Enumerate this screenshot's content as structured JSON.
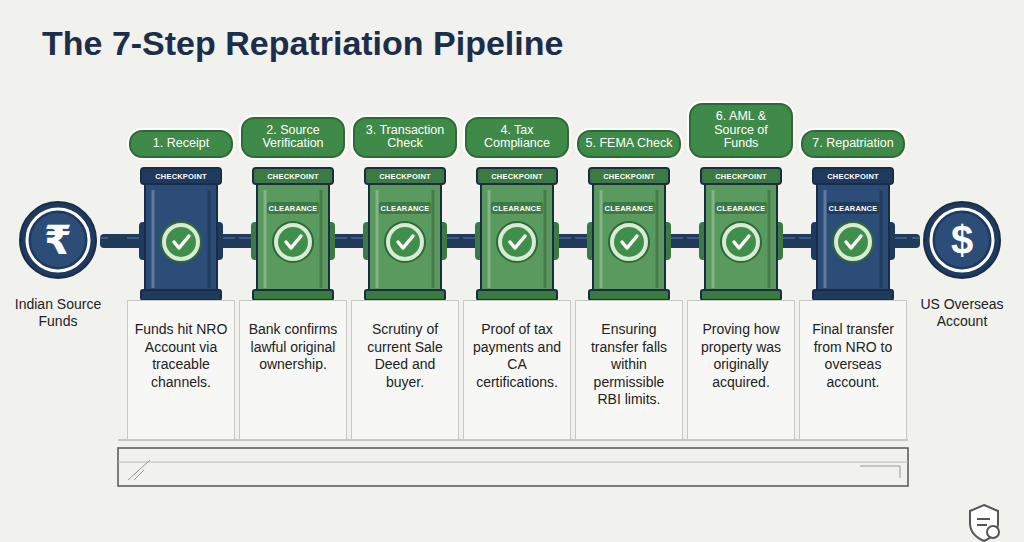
{
  "diagram": {
    "title": "The 7-Step Repatriation Pipeline",
    "nodes": [
      {
        "text": [
          "₹",
          "Indian Source Funds"
        ]
      },
      {
        "text": [
          "1. Receipt",
          "Funds hit NRO Account via traceable channels."
        ]
      },
      {
        "text": [
          "2. Source Verification",
          "Bank confirms lawful original ownership."
        ]
      },
      {
        "text": [
          "3. Transaction Check",
          "Scrutiny of current Sale Deed and buyer."
        ]
      },
      {
        "text": [
          "4. Tax Compliance",
          "Proof of tax payments and CA certifications."
        ]
      },
      {
        "text": [
          "5. FEMA Check",
          "Ensuring transfer falls within permissible RBI limits."
        ]
      },
      {
        "text": [
          "6. AML & Source of Funds",
          "Proving how property was originally acquired."
        ]
      },
      {
        "text": [
          "7. Repatriation",
          "Final transfer from NRO to overseas account."
        ]
      },
      {
        "text": [
          "$",
          "US Overseas Account"
        ]
      }
    ],
    "edges": [
      {
        "from": 0,
        "to": 1,
        "arrow": "none"
      },
      {
        "from": 1,
        "to": 2,
        "arrow": "none"
      },
      {
        "from": 2,
        "to": 3,
        "arrow": "none"
      },
      {
        "from": 3,
        "to": 4,
        "arrow": "none"
      },
      {
        "from": 4,
        "to": 5,
        "arrow": "none"
      },
      {
        "from": 5,
        "to": 6,
        "arrow": "none"
      },
      {
        "from": 6,
        "to": 7,
        "arrow": "none"
      },
      {
        "from": 7,
        "to": 8,
        "arrow": "none"
      }
    ],
    "labels": [
      "CHECKPOINT",
      "CHECKPOINT",
      "CLEARANCE",
      "CHECKPOINT",
      "CLEARANCE",
      "CHECKPOINT",
      "CLEARANCE",
      "CHECKPOINT",
      "CLEARANCE",
      "CHECKPOINT",
      "CLEARANCE",
      "CHECKPOINT",
      "CLEARANCE"
    ]
  }
}
